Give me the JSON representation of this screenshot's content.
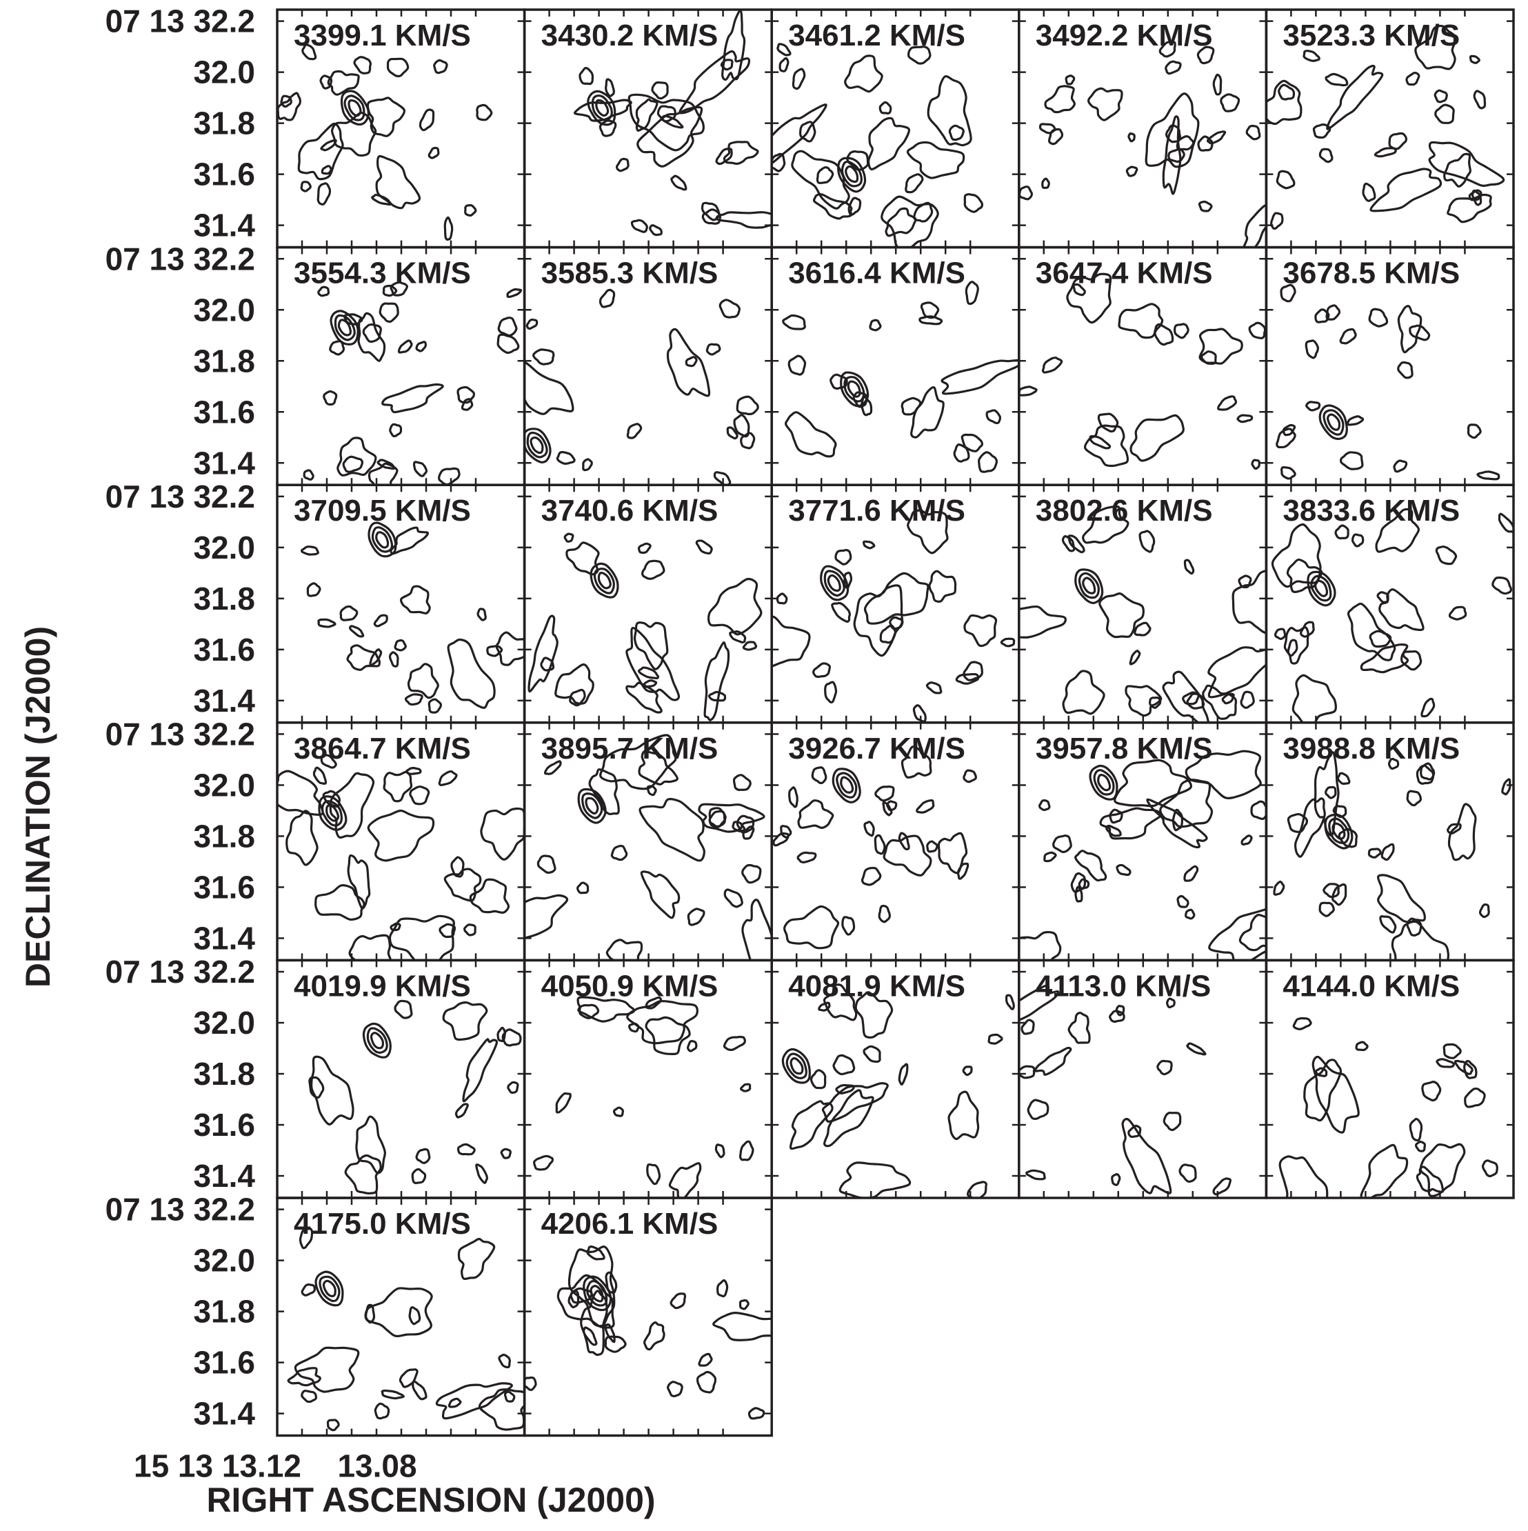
{
  "chart_data": {
    "type": "contour-channel-map",
    "xlabel": "RIGHT ASCENSION (J2000)",
    "ylabel": "DECLINATION (J2000)",
    "x_tick_labels": [
      "15 13 13.12",
      "13.08"
    ],
    "y_tick_labels": [
      "07 13 32.2",
      "32.0",
      "31.8",
      "31.6",
      "31.4"
    ],
    "y_ticks_dec_arcsec": [
      32.2,
      32.0,
      31.8,
      31.6,
      31.4
    ],
    "grid": false,
    "panels": [
      {
        "velocity": "3399.1 KM/S",
        "peak": [
          13.089,
          31.86
        ]
      },
      {
        "velocity": "3430.2 KM/S",
        "peak": [
          13.089,
          31.86
        ]
      },
      {
        "velocity": "3461.2 KM/S",
        "peak": [
          13.088,
          31.6
        ]
      },
      {
        "velocity": "3492.2 KM/S",
        "peak": null
      },
      {
        "velocity": "3523.3 KM/S",
        "peak": null
      },
      {
        "velocity": "3554.3 KM/S",
        "peak": [
          13.093,
          31.93
        ]
      },
      {
        "velocity": "3585.3 KM/S",
        "peak": [
          13.115,
          31.47
        ]
      },
      {
        "velocity": "3616.4 KM/S",
        "peak": [
          13.087,
          31.69
        ]
      },
      {
        "velocity": "3647.4 KM/S",
        "peak": null
      },
      {
        "velocity": "3678.5 KM/S",
        "peak": [
          13.093,
          31.56
        ]
      },
      {
        "velocity": "3709.5 KM/S",
        "peak": [
          13.078,
          32.03
        ]
      },
      {
        "velocity": "3740.6 KM/S",
        "peak": [
          13.088,
          31.87
        ]
      },
      {
        "velocity": "3771.6 KM/S",
        "peak": [
          13.095,
          31.86
        ]
      },
      {
        "velocity": "3802.6 KM/S",
        "peak": [
          13.092,
          31.85
        ]
      },
      {
        "velocity": "3833.6 KM/S",
        "peak": [
          13.098,
          31.84
        ]
      },
      {
        "velocity": "3864.7 KM/S",
        "peak": [
          13.098,
          31.89
        ]
      },
      {
        "velocity": "3895.7 KM/S",
        "peak": [
          13.093,
          31.92
        ]
      },
      {
        "velocity": "3926.7 KM/S",
        "peak": [
          13.09,
          32.0
        ]
      },
      {
        "velocity": "3957.8 KM/S",
        "peak": [
          13.086,
          32.01
        ]
      },
      {
        "velocity": "3988.8 KM/S",
        "peak": [
          13.091,
          31.82
        ]
      },
      {
        "velocity": "4019.9 KM/S",
        "peak": [
          13.08,
          31.93
        ]
      },
      {
        "velocity": "4050.9 KM/S",
        "peak": null
      },
      {
        "velocity": "4081.9 KM/S",
        "peak": [
          13.11,
          31.83
        ]
      },
      {
        "velocity": "4113.0 KM/S",
        "peak": null
      },
      {
        "velocity": "4144.0 KM/S",
        "peak": null
      },
      {
        "velocity": "4175.0 KM/S",
        "peak": [
          13.099,
          31.89
        ]
      },
      {
        "velocity": "4206.1 KM/S",
        "peak": [
          13.091,
          31.87
        ]
      }
    ]
  },
  "colors": {
    "ink": "#231f20",
    "background": "#ffffff"
  }
}
